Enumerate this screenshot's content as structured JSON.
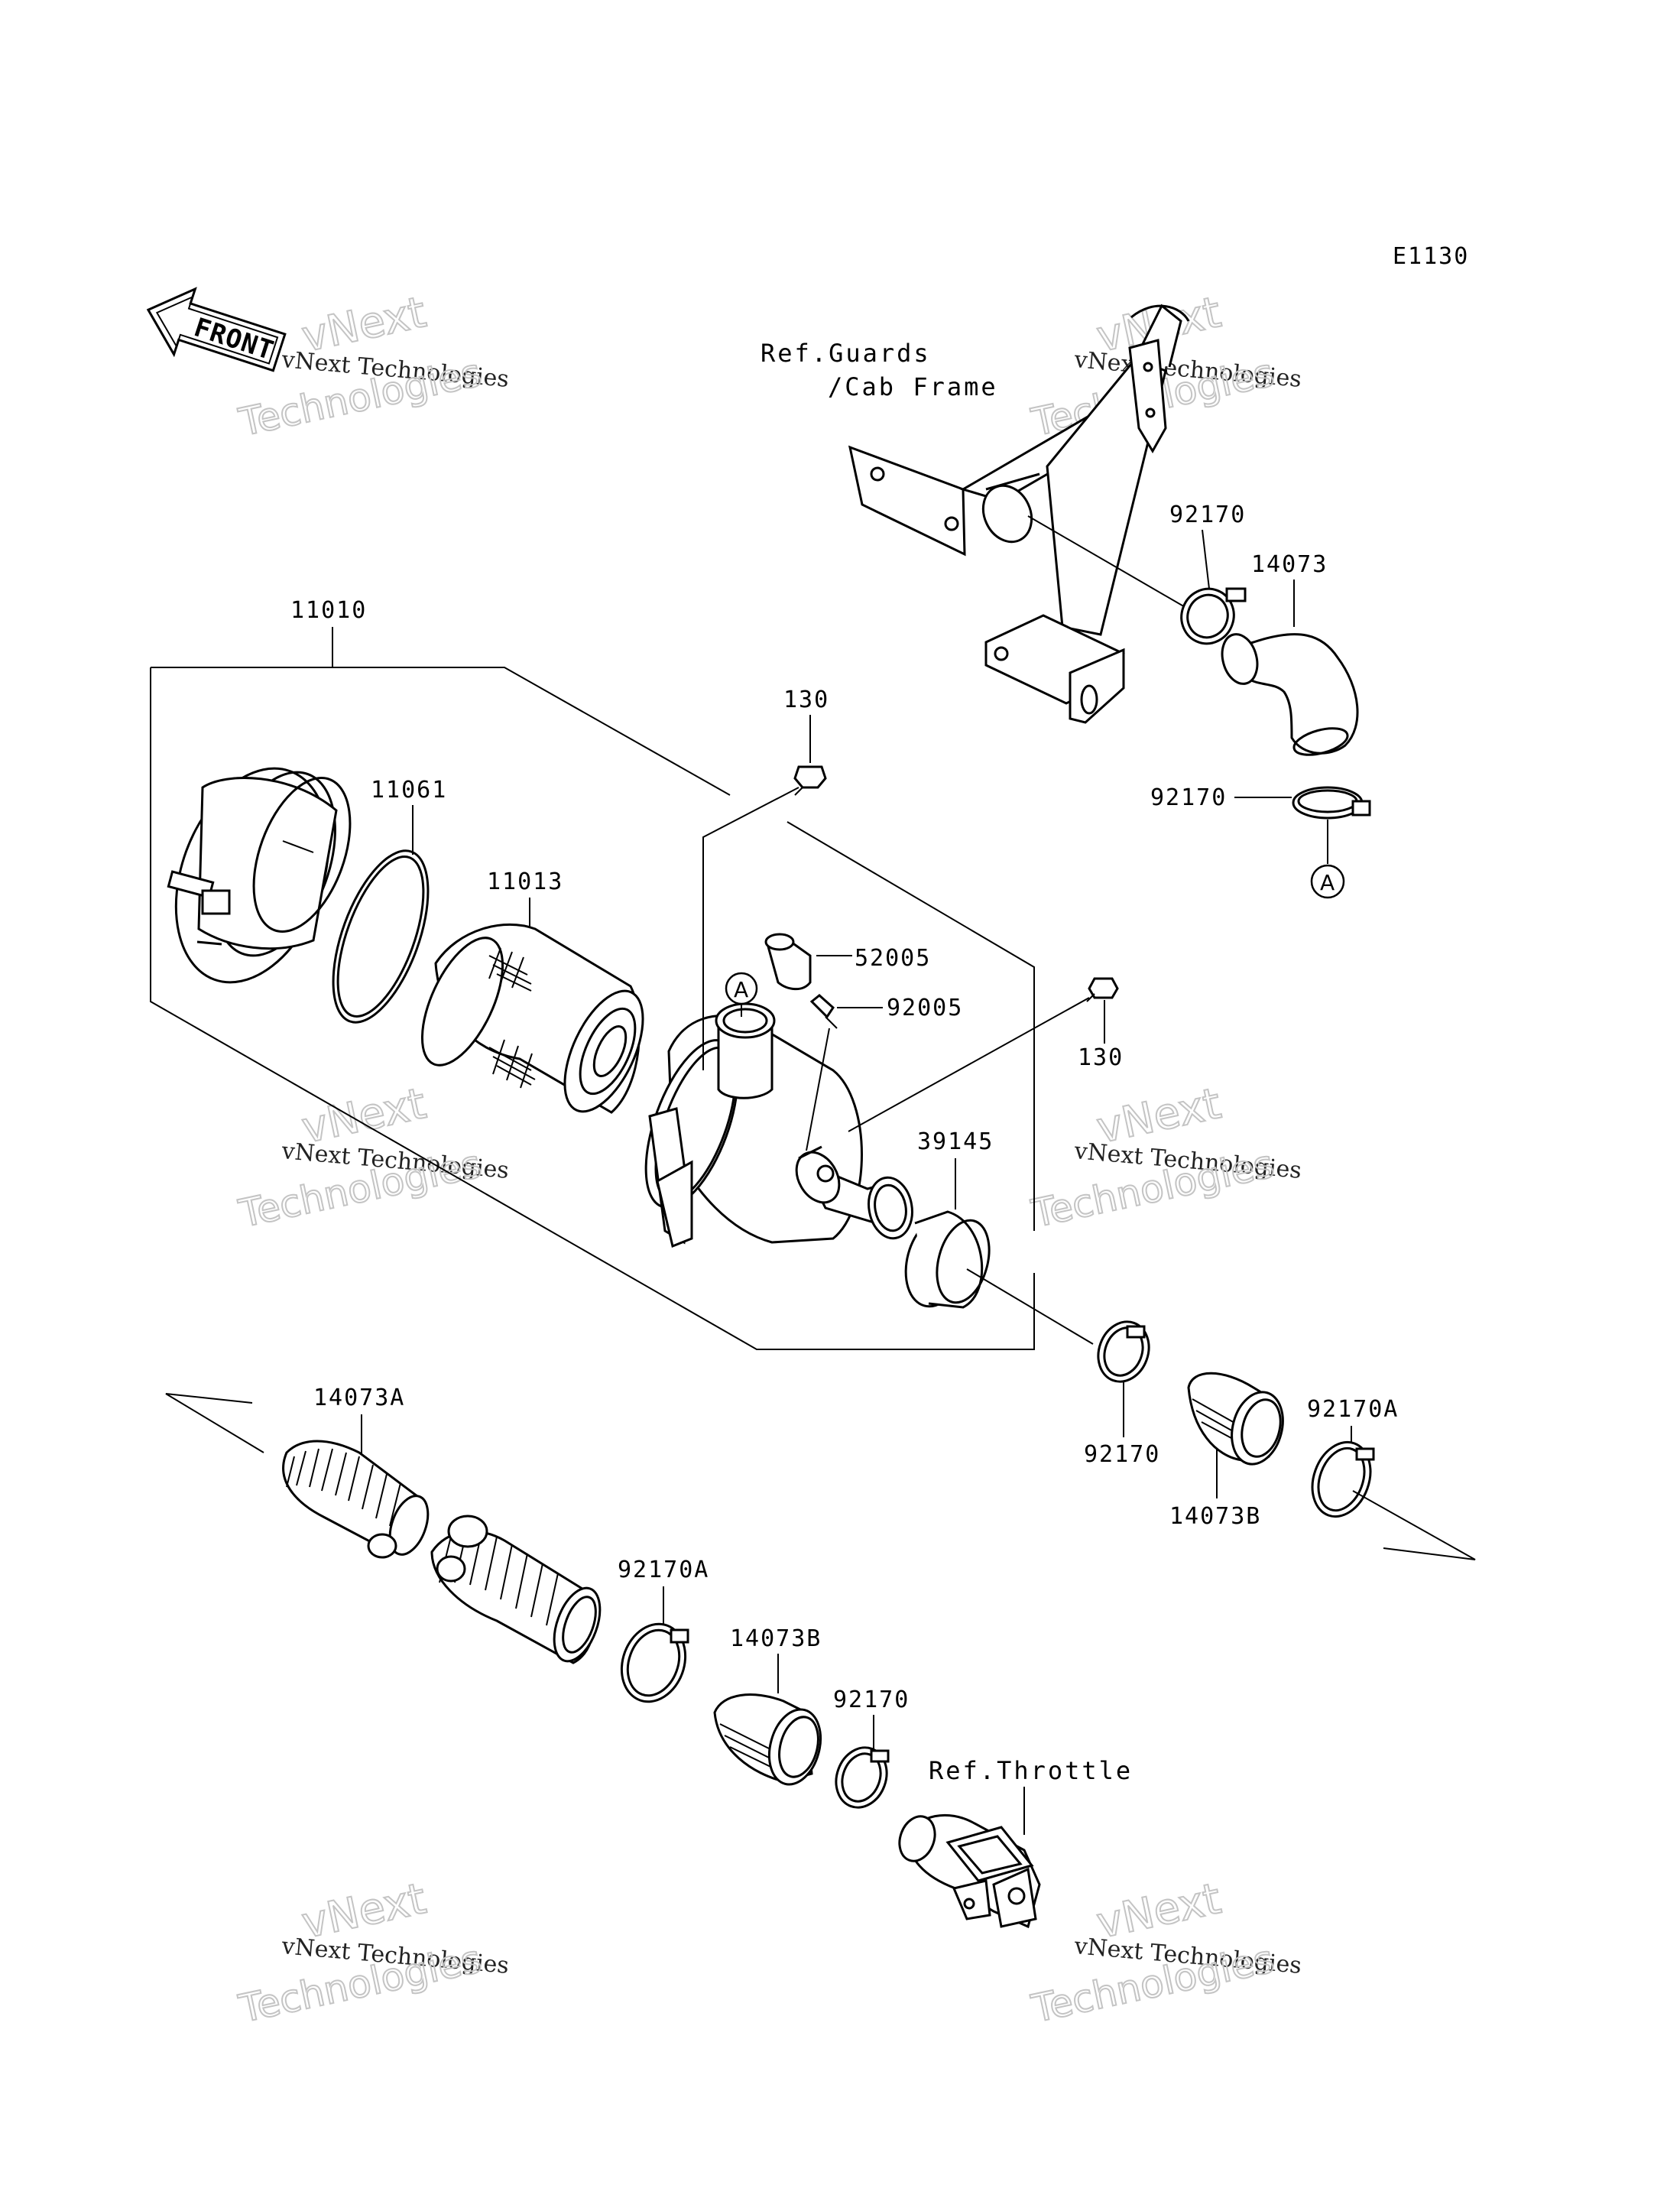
{
  "diagram_code": "E1130",
  "front_arrow_label": "FRONT",
  "ref_guards": [
    "Ref.Guards",
    "/Cab Frame"
  ],
  "ref_throttle": "Ref.Throttle",
  "callout_a": "A",
  "parts": {
    "p11010": "11010",
    "p11061": "11061",
    "p11013": "11013",
    "p130_top": "130",
    "p130_right": "130",
    "p52005": "52005",
    "p92005": "92005",
    "p39145": "39145",
    "p92170_top": "92170",
    "p14073": "14073",
    "p92170_mid": "92170",
    "p92170_box": "92170",
    "p14073B_right": "14073B",
    "p92170A_right": "92170A",
    "p14073A": "14073A",
    "p92170A_low": "92170A",
    "p14073B_low": "14073B",
    "p92170_low": "92170"
  },
  "watermark": {
    "line1": "vNext",
    "line2": "vNext Technologies",
    "line3": "Technologies"
  }
}
